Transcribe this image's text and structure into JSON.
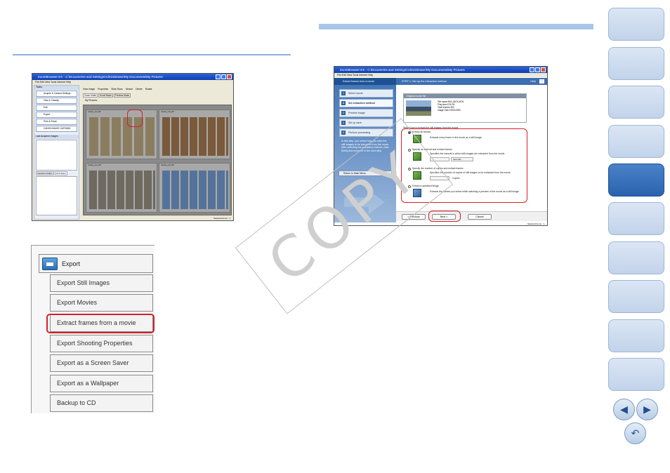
{
  "watermark": "COPY",
  "left_window": {
    "title": "ZoomBrowser EX - C:\\Documents and Settings\\Administrator\\My Documents\\My Pictures",
    "menu": "File  Edit  View  Tools  Internet  Help",
    "toolbar": [
      "View Image",
      "Properties",
      "Slide Show",
      "Search",
      "Delete",
      "Rotate"
    ],
    "tasks_label": "Tasks",
    "tasks": [
      "Acquire & Camera Settings",
      "View & Classify",
      "Edit",
      "Export",
      "Print & Email",
      "CANON iMAGE GATEWAY"
    ],
    "tabs": [
      "Zoom Mode",
      "Scroll Mode",
      "Preview Mode"
    ],
    "folder_label": "My Pictures",
    "groups": [
      "movie_cut_01",
      "movie_cut_02",
      "movie_cut_03",
      "movie_cut_04"
    ],
    "last_acquired": "Last Acquired Images",
    "favorites_tabs": [
      "Favorite Folders",
      "All Folders"
    ],
    "status": "Selected Items : 1"
  },
  "export_menu": {
    "header": "Export",
    "items": [
      "Export Still Images",
      "Export Movies",
      "Extract frames from a movie",
      "Export Shooting Properties",
      "Export as a Screen Saver",
      "Export as a Wallpaper",
      "Backup to CD"
    ]
  },
  "dialog": {
    "title": "ZoomBrowser EX - C:\\Documents and Settings\\Administrator\\My Documents\\My Pictures",
    "menu": "File  Edit  View  Tools  Internet  Help",
    "header_left": "Extract frames from a movie",
    "header_step": "STEP 1: Set up the extraction method",
    "help_label": "Help",
    "steps": [
      "Select movie",
      "Set extraction method",
      "Preview image",
      "Set up save",
      "Perform processing"
    ],
    "instructions": "In this step, you select how you want the still images to be extracted from the movie. After selecting the extraction method, click [Next] and move on to the next step.",
    "return_btn": "Return to Main Menu",
    "movie_file_label": "Original movie file",
    "movie_info": [
      "File name:MVI_5674.MOV",
      "Play time:0'10.00",
      "Total frames:300",
      "Image Size:1920x1080"
    ],
    "select_label": "Select how to extract the still images from the movie.",
    "options": [
      {
        "label": "Extract all frames",
        "desc": "Extracts every frame in the movie as a still image."
      },
      {
        "label": "Specify an interval and extract frames",
        "desc": "Specifies the interval in which still images are extracted from the movie."
      },
      {
        "label": "Specify the number of copies and extract frames",
        "desc": "Specifies the number of copies of still images to be extracted from the movie."
      },
      {
        "label": "Extract a specified image",
        "desc": "Extracts the frames you select while watching a preview of the movie as a still image."
      }
    ],
    "interval_unit": "Seconds",
    "copies_unit": "Copies",
    "buttons": {
      "previous": "< Previous",
      "next": "Next >",
      "cancel": "Cancel"
    },
    "status": "Selected Items : 1"
  },
  "colors": {
    "accent": "#2a63ad",
    "highlight": "#d4202c",
    "rule": "#8fb0dc"
  }
}
